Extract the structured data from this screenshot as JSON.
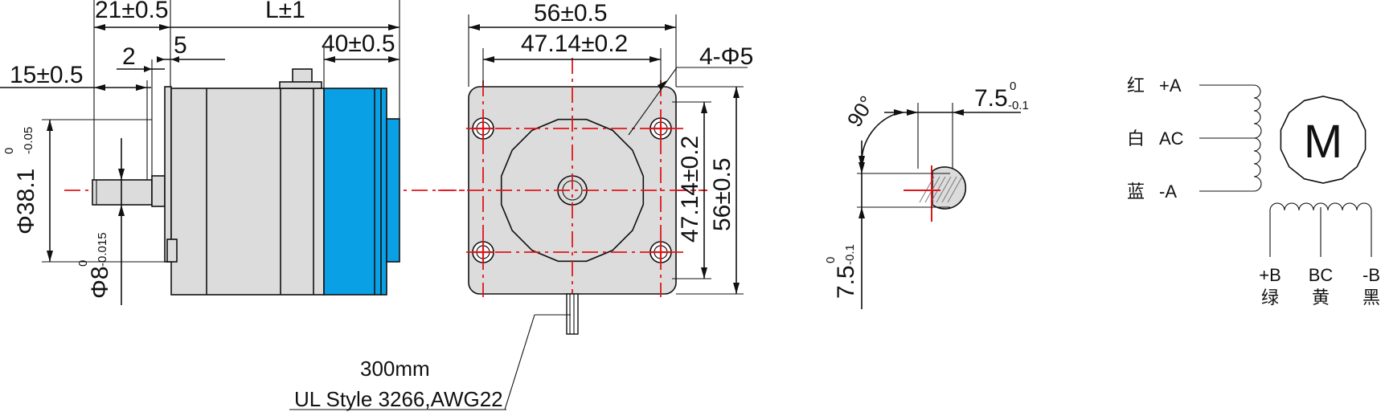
{
  "dimensions": {
    "shaft_length": "21±0.5",
    "body_length": "L±1",
    "flange_thickness": "5",
    "pilot_step": "2",
    "shaft_flat": "15±0.5",
    "rear_cap": "40±0.5",
    "pilot_diameter": "Φ38.1",
    "pilot_tol_upper": "0",
    "pilot_tol_lower": "-0.05",
    "shaft_diameter": "Φ8",
    "shaft_tol_upper": "0",
    "shaft_tol_lower": "-0.015",
    "frame_width": "56±0.5",
    "hole_spacing": "47.14±0.2",
    "mount_holes": "4-Φ5",
    "frame_height": "56±0.5",
    "hole_spacing_vertical": "47.14±0.2",
    "flat_width": "7.5",
    "flat_tol_upper": "0",
    "flat_tol_lower": "-0.1",
    "flat_height": "7.5",
    "flat_angle": "90°"
  },
  "cable": {
    "length": "300mm",
    "spec": "UL Style 3266,AWG22"
  },
  "wiring": {
    "motor_label": "M",
    "phase_a": [
      {
        "color": "红",
        "signal": "+A"
      },
      {
        "color": "白",
        "signal": "AC"
      },
      {
        "color": "蓝",
        "signal": "-A"
      }
    ],
    "phase_b": [
      {
        "signal": "+B",
        "color": "绿"
      },
      {
        "signal": "BC",
        "color": "黄"
      },
      {
        "signal": "-B",
        "color": "黑"
      }
    ]
  },
  "colors": {
    "centerline": "#e0161b",
    "rear_cap": "#0aa0e6",
    "body": "#dcdcdc"
  }
}
